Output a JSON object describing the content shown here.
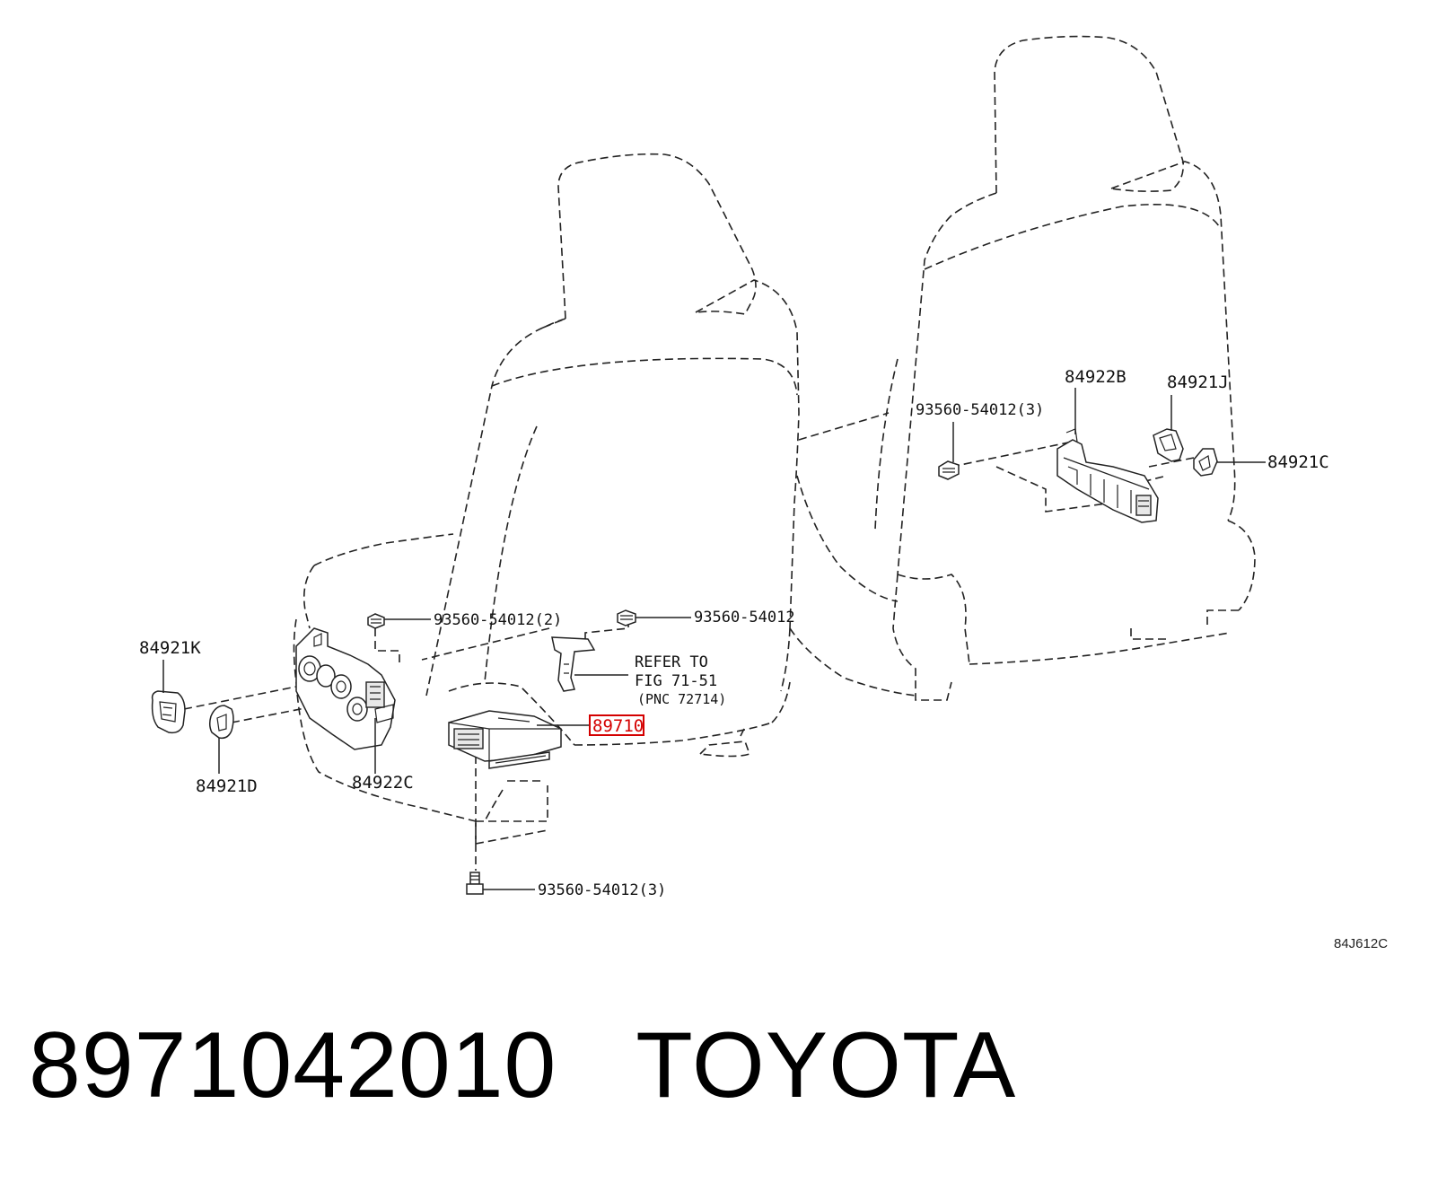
{
  "labels": {
    "p_84921K": "84921K",
    "p_84921D": "84921D",
    "p_84922C": "84922C",
    "p_93560_2": "93560-54012(2)",
    "p_93560_single": "93560-54012",
    "p_refer_line1": "REFER TO",
    "p_refer_line2": "FIG 71-51",
    "p_refer_line3": "(PNC 72714)",
    "p_89710": "89710",
    "p_93560_3_bottom": "93560-54012(3)",
    "p_93560_3_right": "93560-54012(3)",
    "p_84922B": "84922B",
    "p_84921J": "84921J",
    "p_84921C": "84921C"
  },
  "diagram_code": "84J612C",
  "footer": {
    "part_number": "8971042010",
    "brand": "TOYOTA"
  },
  "colors": {
    "highlight": "#d40000",
    "line": "#222222"
  }
}
